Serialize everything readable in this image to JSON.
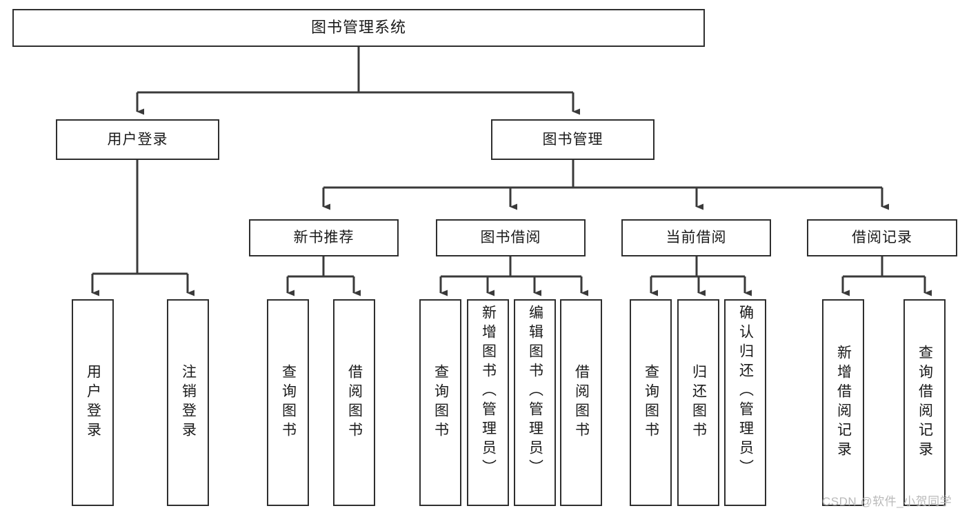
{
  "diagram": {
    "title": "图书管理系统",
    "type": "tree-hierarchy-diagram",
    "root": {
      "id": "root",
      "label": "图书管理系统"
    },
    "level2": [
      {
        "id": "user-login",
        "label": "用户登录"
      },
      {
        "id": "book-management",
        "label": "图书管理"
      }
    ],
    "level3": [
      {
        "id": "new-book-recommend",
        "label": "新书推荐",
        "parent": "book-management"
      },
      {
        "id": "book-borrow",
        "label": "图书借阅",
        "parent": "book-management"
      },
      {
        "id": "current-borrow",
        "label": "当前借阅",
        "parent": "book-management"
      },
      {
        "id": "borrow-record",
        "label": "借阅记录",
        "parent": "book-management"
      }
    ],
    "leaves": [
      {
        "id": "leaf-user-login",
        "label": "用户登录",
        "parent": "user-login"
      },
      {
        "id": "leaf-logout-login",
        "label": "注销登录",
        "parent": "user-login"
      },
      {
        "id": "leaf-query-book-1",
        "label": "查询图书",
        "parent": "new-book-recommend"
      },
      {
        "id": "leaf-borrow-book-1",
        "label": "借阅图书",
        "parent": "new-book-recommend"
      },
      {
        "id": "leaf-query-book-2",
        "label": "查询图书",
        "parent": "book-borrow"
      },
      {
        "id": "leaf-add-book",
        "label": "新增图书（管理员）",
        "parent": "book-borrow"
      },
      {
        "id": "leaf-edit-book",
        "label": "编辑图书（管理员）",
        "parent": "book-borrow"
      },
      {
        "id": "leaf-borrow-book-2",
        "label": "借阅图书",
        "parent": "book-borrow"
      },
      {
        "id": "leaf-query-book-3",
        "label": "查询图书",
        "parent": "current-borrow"
      },
      {
        "id": "leaf-return-book",
        "label": "归还图书",
        "parent": "current-borrow"
      },
      {
        "id": "leaf-confirm-return",
        "label": "确认归还（管理员）",
        "parent": "current-borrow"
      },
      {
        "id": "leaf-add-borrow-record",
        "label": "新增借阅记录",
        "parent": "borrow-record"
      },
      {
        "id": "leaf-query-borrow-record",
        "label": "查询借阅记录",
        "parent": "borrow-record"
      }
    ],
    "colors": {
      "border": "#2e2e2e",
      "background": "#ffffff",
      "text": "#1a1a1a",
      "connector": "#3a3a3a",
      "watermark": "#b9b9b9"
    }
  },
  "watermark": {
    "text": "CSDN @软件_小贺同学"
  }
}
